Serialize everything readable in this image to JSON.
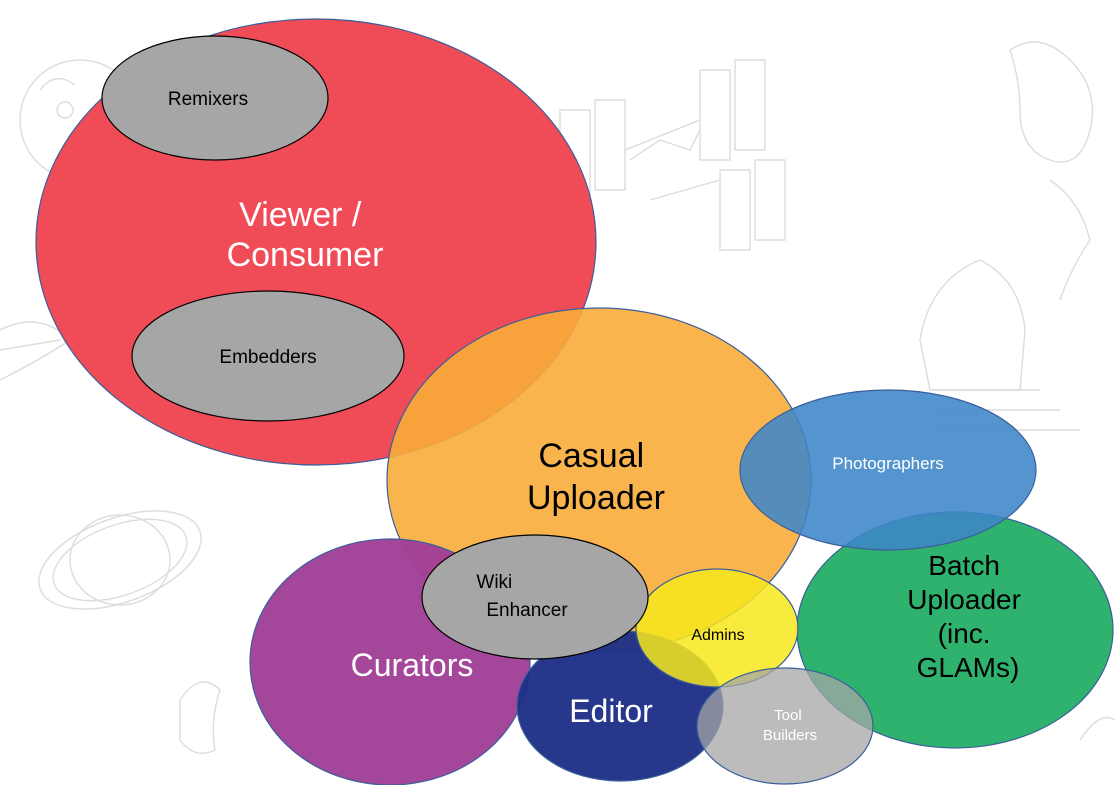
{
  "colors": {
    "viewer": "#ef4550",
    "casual": "#f8ac3a",
    "photographers": "#3e86c8",
    "batch": "#2fb26e",
    "curators": "#a03e96",
    "editor": "#1e3087",
    "admins": "#f7e81c",
    "gray": "#a6a6a6",
    "outline": "#3a5f9a",
    "white_text": "#ffffff",
    "dark_text": "#000000"
  },
  "groups": {
    "viewer": [
      "Viewer /",
      "Consumer"
    ],
    "remixers": [
      "Remixers"
    ],
    "embedders": [
      "Embedders"
    ],
    "casual": [
      "Casual",
      "Uploader"
    ],
    "photographers": [
      "Photographers"
    ],
    "batch": [
      "Batch",
      "Uploader",
      "(inc.",
      "GLAMs)"
    ],
    "curators": [
      "Curators"
    ],
    "wiki_enhancer": [
      "Wiki",
      "Enhancer"
    ],
    "admins": [
      "Admins"
    ],
    "editor": [
      "Editor"
    ],
    "tool_builders": [
      "Tool",
      "Builders"
    ]
  },
  "background_icons": [
    "planet-sketch",
    "space-station-sketch",
    "sphinx-sketch",
    "map-sketch",
    "face-sketch",
    "satellite-sketch",
    "bird-sketch"
  ]
}
